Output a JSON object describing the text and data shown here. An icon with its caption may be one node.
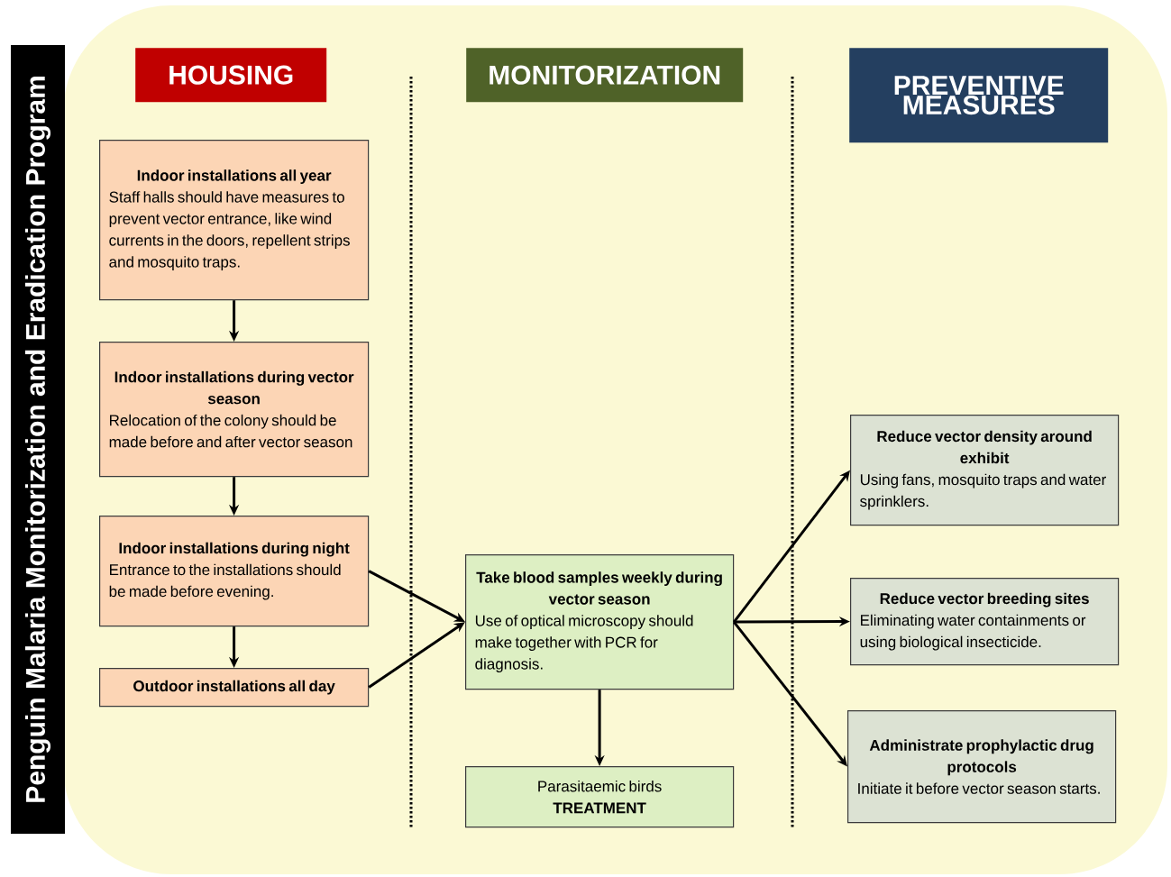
{
  "diagram": {
    "nodes": [
      {
        "text": [
          "Penguin Malaria Monitorization and Eradication Program"
        ]
      },
      {
        "text": [
          "HOUSING"
        ]
      },
      {
        "text": [
          "MONITORIZATION"
        ]
      },
      {
        "text": [
          "PREVENTIVE MEASURES"
        ]
      },
      {
        "text": [
          "Indoor installations all year",
          "Staff halls should have measures to prevent vector entrance, like wind currents in the doors, repellent strips and mosquito traps."
        ]
      },
      {
        "text": [
          "Indoor installations during vector season",
          "Relocation of the colony should be made before and after vector season"
        ]
      },
      {
        "text": [
          "Indoor installations during night",
          "Entrance to the installations should be made before evening."
        ]
      },
      {
        "text": [
          "Outdoor installations all day"
        ]
      },
      {
        "text": [
          "Take blood samples weekly during vector season",
          "Use of optical microscopy should make together with PCR for diagnosis."
        ]
      },
      {
        "text": [
          "Parasitaemic birds",
          "TREATMENT"
        ]
      },
      {
        "text": [
          "Reduce vector density around exhibit",
          "Using fans, mosquito traps and water sprinklers."
        ]
      },
      {
        "text": [
          "Reduce vector breeding sites",
          "Eliminating water containments or using biological insecticide."
        ]
      },
      {
        "text": [
          "Administrate prophylactic drug protocols",
          "Initiate it before vector season starts."
        ]
      }
    ],
    "edges": [
      {
        "from": 4,
        "to": 5,
        "arrow": "to"
      },
      {
        "from": 5,
        "to": 6,
        "arrow": "to"
      },
      {
        "from": 6,
        "to": 7,
        "arrow": "to"
      },
      {
        "from": 6,
        "to": 8,
        "arrow": "to"
      },
      {
        "from": 7,
        "to": 8,
        "arrow": "to"
      },
      {
        "from": 8,
        "to": 9,
        "arrow": "to"
      },
      {
        "from": 8,
        "to": 10,
        "arrow": "to"
      },
      {
        "from": 8,
        "to": 11,
        "arrow": "to"
      },
      {
        "from": 8,
        "to": 12,
        "arrow": "to"
      }
    ]
  }
}
